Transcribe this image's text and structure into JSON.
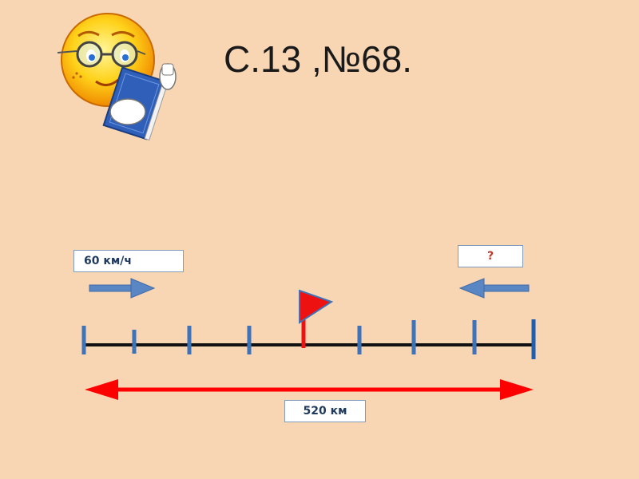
{
  "slide": {
    "title": "С.13 ,№68."
  },
  "diagram": {
    "speed_left_label": "60 км/ч",
    "speed_right_label": "?",
    "distance_label": "520 км",
    "colors": {
      "background": "#f8d6b4",
      "road": "#111111",
      "ticks": "#3d73b9",
      "meeting_point": "#ee1111",
      "arrows": "#5b86c4",
      "distance_arrow": "#ff0000"
    }
  },
  "mascot": {
    "icon": "smiley-reading-book-icon"
  }
}
